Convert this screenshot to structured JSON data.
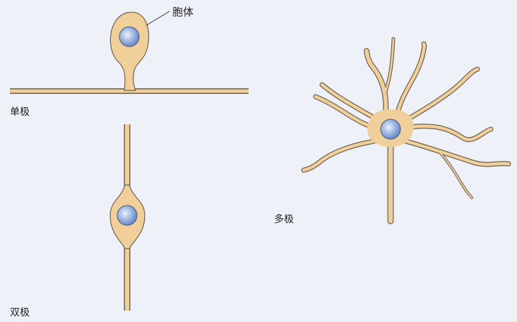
{
  "labels": {
    "soma": "胞体",
    "unipolar": "单极",
    "bipolar": "双极",
    "multipolar": "多极"
  },
  "colors": {
    "cell_fill": "#f0cf9b",
    "cell_outline": "#6e6250",
    "nucleus": "#7f9fd6",
    "background": "#eef1f7"
  }
}
